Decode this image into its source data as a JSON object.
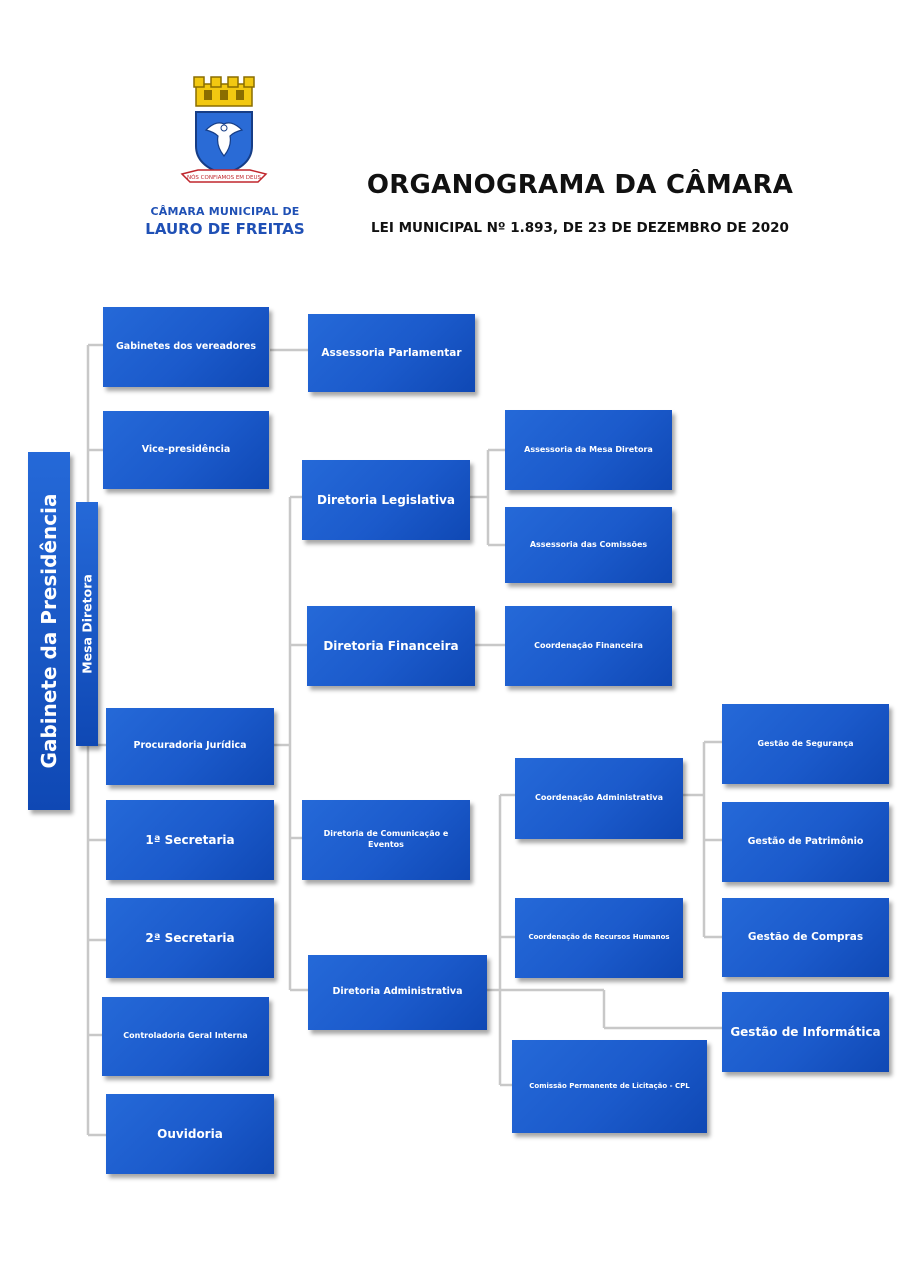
{
  "header": {
    "institution_line1": "CÂMARA MUNICIPAL DE",
    "institution_line2": "LAURO DE FREITAS",
    "logo_motto": "NÓS CONFIAMOS EM DEUS",
    "title": "ORGANOGRAMA DA CÂMARA",
    "subtitle": "LEI MUNICIPAL Nº 1.893, DE 23 DE DEZEMBRO DE 2020"
  },
  "colors": {
    "box_blue": "#1b5acb",
    "connector_gray": "#c8c8c8",
    "institution_blue": "#1f50b5"
  },
  "org": {
    "gabinete_presidencia": "Gabinete da Presidência",
    "mesa_diretora": "Mesa Diretora",
    "gabinetes_vereadores": "Gabinetes dos vereadores",
    "vice_presidencia": "Vice-presidência",
    "procuradoria_juridica": "Procuradoria Jurídica",
    "primeira_secretaria": "1ª Secretaria",
    "segunda_secretaria": "2ª Secretaria",
    "controladoria": "Controladoria Geral Interna",
    "ouvidoria": "Ouvidoria",
    "assessoria_parlamentar": "Assessoria Parlamentar",
    "diretoria_legislativa": "Diretoria Legislativa",
    "assessoria_mesa": "Assessoria da Mesa Diretora",
    "assessoria_comissoes": "Assessoria das Comissões",
    "diretoria_financeira": "Diretoria Financeira",
    "coordenacao_financeira": "Coordenação Financeira",
    "diretoria_comunicacao": "Diretoria de Comunicação  e Eventos",
    "diretoria_administrativa": "Diretoria Administrativa",
    "coordenacao_administrativa": "Coordenação Administrativa",
    "coordenacao_rh": "Coordenação de Recursos Humanos",
    "comissao_licitacao": "Comissão Permanente de Licitação - CPL",
    "gestao_seguranca": "Gestão de Segurança",
    "gestao_patrimonio": "Gestão de Patrimônio",
    "gestao_compras": "Gestão de Compras",
    "gestao_informatica": "Gestão de Informática"
  }
}
